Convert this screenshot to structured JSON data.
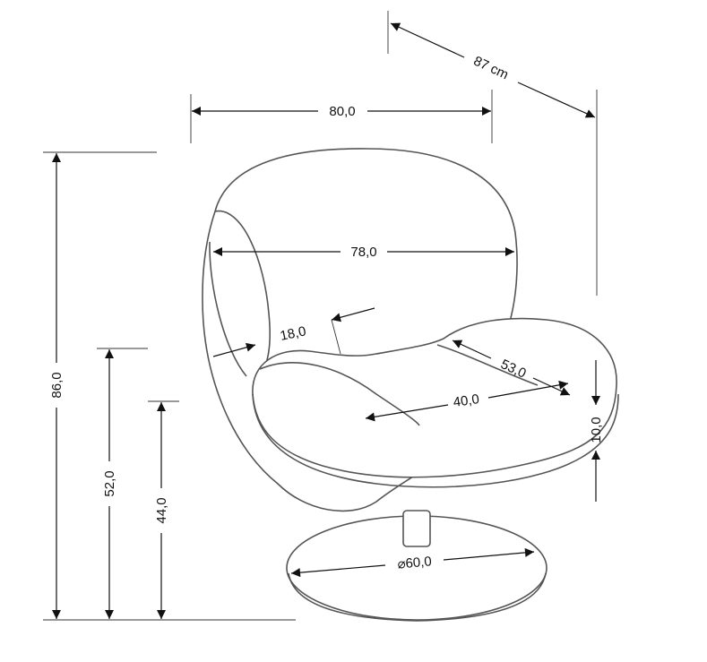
{
  "labels": {
    "depth": "87 cm",
    "width": "80,0",
    "back_width": "78,0",
    "armrest_width": "18,0",
    "seat_diagonal": "53,0",
    "seat_depth": "40,0",
    "seat_thickness": "10,0",
    "total_height": "86,0",
    "armrest_height": "52,0",
    "seat_height": "44,0",
    "base_diameter": "⌀60,0"
  }
}
